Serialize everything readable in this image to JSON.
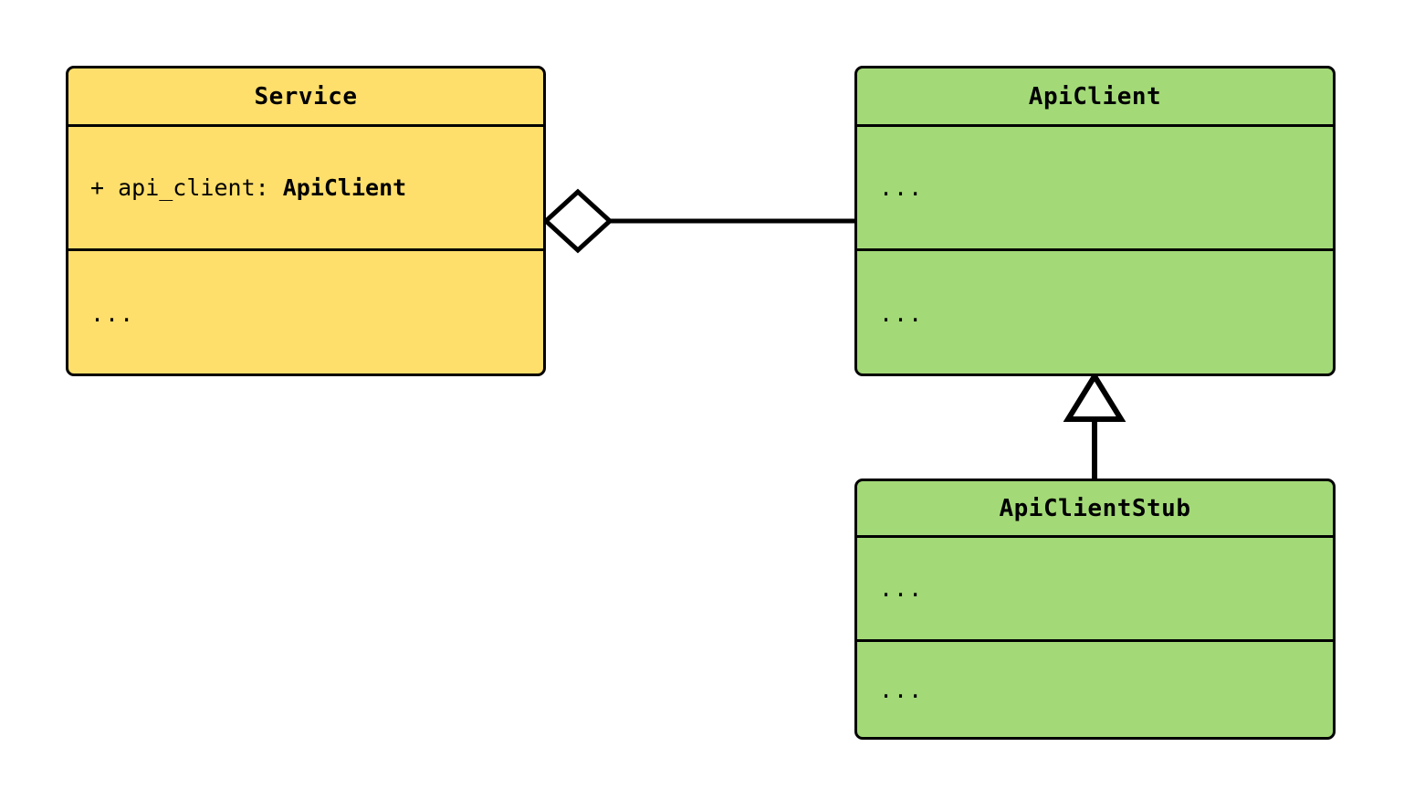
{
  "diagram": {
    "type": "uml-class-diagram",
    "background": "#ffffff",
    "palette": {
      "yellow_fill": "#FFDF6B",
      "green_fill": "#A3D977",
      "stroke": "#000000"
    },
    "classes": [
      {
        "id": "service",
        "name": "Service",
        "fill": "#FFDF6B",
        "attributes": {
          "visibility": "+",
          "label": "+ api_client: ",
          "type": "ApiClient"
        },
        "methods": "..."
      },
      {
        "id": "api-client",
        "name": "ApiClient",
        "fill": "#A3D977",
        "attributes": "...",
        "methods": "..."
      },
      {
        "id": "api-client-stub",
        "name": "ApiClientStub",
        "fill": "#A3D977",
        "attributes": "...",
        "methods": "..."
      }
    ],
    "relationships": [
      {
        "id": "service-aggregates-api-client",
        "kind": "aggregation",
        "marker": "hollow-diamond",
        "from": "Service",
        "to": "ApiClient"
      },
      {
        "id": "stub-inherits-api-client",
        "kind": "generalization",
        "marker": "hollow-triangle",
        "from": "ApiClientStub",
        "to": "ApiClient"
      }
    ]
  }
}
